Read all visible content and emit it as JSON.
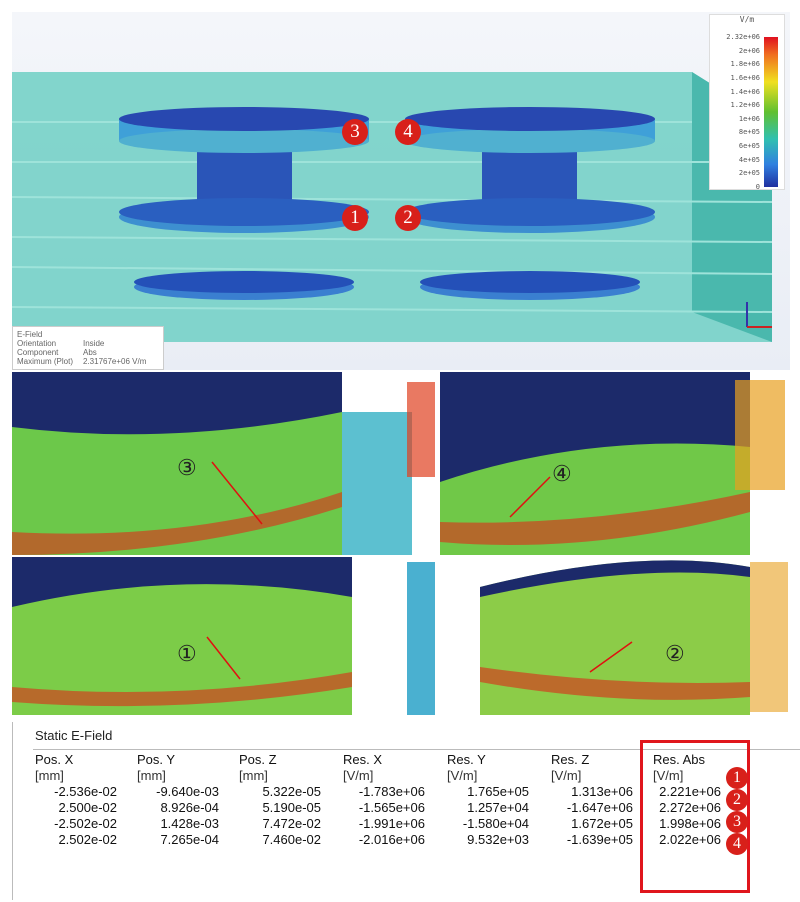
{
  "top_view": {
    "legend": {
      "unit": "V/m",
      "ticks": [
        "2.32e+06",
        "2e+06",
        "1.8e+06",
        "1.6e+06",
        "1.4e+06",
        "1.2e+06",
        "1e+06",
        "8e+05",
        "6e+05",
        "4e+05",
        "2e+05",
        "0"
      ]
    },
    "info": {
      "title": "E-Field",
      "rows": [
        {
          "label": "Orientation",
          "value": "Inside"
        },
        {
          "label": "Component",
          "value": "Abs"
        },
        {
          "label": "Maximum (Plot)",
          "value": "2.31767e+06 V/m"
        }
      ]
    },
    "markers": [
      "1",
      "2",
      "3",
      "4"
    ]
  },
  "detail_views": {
    "labels": [
      "③",
      "④",
      "①",
      "②"
    ]
  },
  "table": {
    "title": "Static E-Field",
    "columns": [
      {
        "name": "Pos. X",
        "unit": "[mm]",
        "values": [
          "-2.536e-02",
          "2.500e-02",
          "-2.502e-02",
          "2.502e-02"
        ]
      },
      {
        "name": "Pos. Y",
        "unit": "[mm]",
        "values": [
          "-9.640e-03",
          "8.926e-04",
          "1.428e-03",
          "7.265e-04"
        ]
      },
      {
        "name": "Pos. Z",
        "unit": "[mm]",
        "values": [
          "5.322e-05",
          "5.190e-05",
          "7.472e-02",
          "7.460e-02"
        ]
      },
      {
        "name": "Res. X",
        "unit": "[V/m]",
        "values": [
          "-1.783e+06",
          "-1.565e+06",
          "-1.991e+06",
          "-2.016e+06"
        ]
      },
      {
        "name": "Res. Y",
        "unit": "[V/m]",
        "values": [
          "1.765e+05",
          "1.257e+04",
          "-1.580e+04",
          "9.532e+03"
        ]
      },
      {
        "name": "Res. Z",
        "unit": "[V/m]",
        "values": [
          "1.313e+06",
          "-1.647e+06",
          "1.672e+05",
          "-1.639e+05"
        ]
      },
      {
        "name": "Res. Abs",
        "unit": "[V/m]",
        "values": [
          "2.221e+06",
          "2.272e+06",
          "1.998e+06",
          "2.022e+06"
        ]
      }
    ],
    "row_markers": [
      "1",
      "2",
      "3",
      "4"
    ]
  }
}
